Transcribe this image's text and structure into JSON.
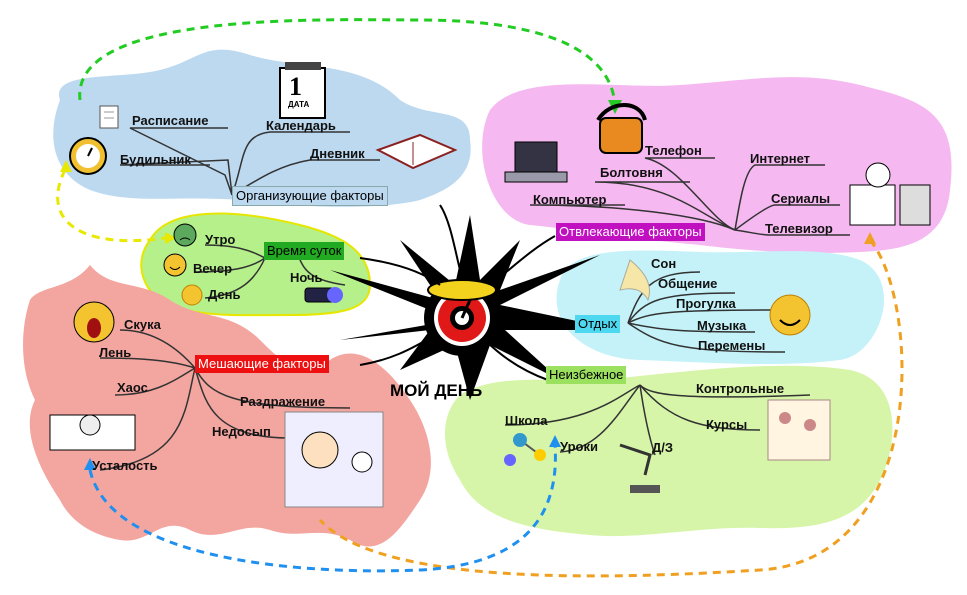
{
  "center": {
    "title": "МОЙ ДЕНЬ"
  },
  "branches": {
    "organize": {
      "label": "Организующие факторы",
      "color": "#bcd9f0",
      "items": [
        "Расписание",
        "Календарь",
        "Будильник",
        "Дневник"
      ],
      "calendar_day": "1",
      "calendar_word": "ДАТА"
    },
    "distract": {
      "label": "Отвлекающие факторы",
      "color": "#f5b8f0",
      "items": [
        "Телефон",
        "Интернет",
        "Болтовня",
        "Компьютер",
        "Сериалы",
        "Телевизор"
      ]
    },
    "time": {
      "label": "Время суток",
      "color": "#b5f08a",
      "items": [
        "Утро",
        "Вечер",
        "День",
        "Ночь"
      ]
    },
    "rest": {
      "label": "Отдых",
      "color": "#c4f2f8",
      "items": [
        "Сон",
        "Общение",
        "Прогулка",
        "Музыка",
        "Перемены"
      ]
    },
    "hinder": {
      "label": "Мешающие факторы",
      "color": "#f3a5a0",
      "items": [
        "Скука",
        "Лень",
        "Хаос",
        "Раздражение",
        "Недосып",
        "Усталость"
      ]
    },
    "inevitable": {
      "label": "Неизбежное",
      "color": "#d6f5a8",
      "items": [
        "Школа",
        "Контрольные",
        "Курсы",
        "Уроки",
        "Д/З"
      ]
    }
  },
  "arrow_colors": {
    "green": "#22cc22",
    "yellow": "#e8e800",
    "orange": "#f0a020",
    "blue": "#2090f0"
  }
}
